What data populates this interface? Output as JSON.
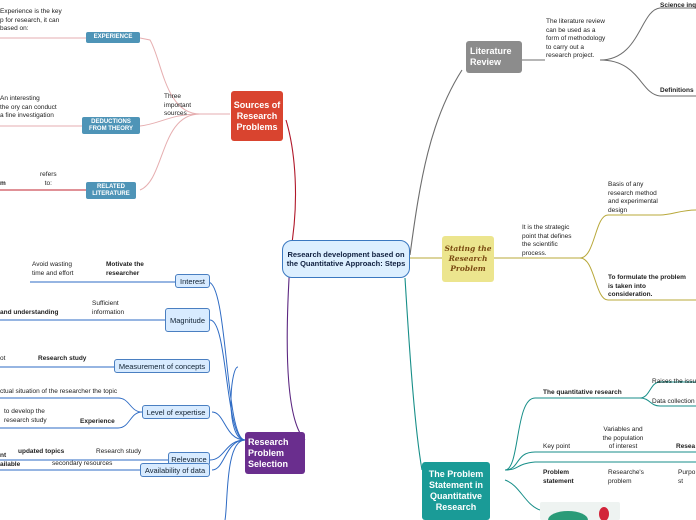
{
  "center": {
    "label": "Research development based on the Quantitative Approach: Steps"
  },
  "topics": {
    "literature_review": "Literature Review",
    "sources": "Sources of Research Problems",
    "stating": "Stating the Research Problem",
    "selection": "Research Problem Selection",
    "problem_statement": "The Problem Statement in Quantitative Research"
  },
  "sources_branch": {
    "intro": "Three important sources",
    "experience_tag": "EXPERIENCE",
    "experience_text": "Experience is the key\np for research, it can\nbased on:",
    "deductions_tag": "DEDUCTIONS FROM THEORY",
    "deductions_text": "An interesting\nthe ory can conduct\na fine investigation",
    "related_tag": "RELATED LITERATURE",
    "related_refers": "refers\nto:",
    "related_left": "m"
  },
  "literature_branch": {
    "desc": "The literature review can be used as a form of methodology to carry out a research project.",
    "science": "Science inqu",
    "definitions": "Definitions"
  },
  "stating_branch": {
    "desc": "It is the strategic point that defines the scientific process.",
    "basis": "Basis of any research method and experimental design",
    "formulate": "To formulate the problem is taken into consideration."
  },
  "selection_items": [
    {
      "label": "Interest",
      "mid": "Motivate the researcher",
      "left": "Avoid wasting time and effort"
    },
    {
      "label": "Magnitude",
      "mid": "Sufficient information",
      "left": "and understanding"
    },
    {
      "label": "Measurement of concepts",
      "mid": "Research study",
      "left": "ot"
    },
    {
      "label": "Level of expertise",
      "mid": "ctual situation of the researcher the topic",
      "left": ""
    },
    {
      "label": "Relevance",
      "mid": "Research study",
      "left": "updated topics"
    },
    {
      "label": "Availability of data",
      "mid": "secondary resources",
      "left": "nt\nailable"
    }
  ],
  "expertise_extra": {
    "text": "to develop the research study",
    "label": "Experience"
  },
  "problem_branch": {
    "quant_research": "The quantitative research",
    "raises": "Raises the issue",
    "data_collection": "Data collection",
    "key_point": "Key point",
    "variables": "Variables and the population of interest",
    "resea": "Resea",
    "problem_statement": "Problem statement",
    "researcher_problem": "Researche's problem",
    "purpose": "Purpo\nst"
  },
  "colors": {
    "literature": "#8c8c8c",
    "sources": "#d9442f",
    "stating": "#ece58e",
    "selection": "#6a2e8e",
    "problem": "#1a9b97",
    "tag": "#4e94b7",
    "line_red": "#c0232f",
    "line_purple": "#5b2680",
    "line_blue": "#2e6bc4",
    "line_olive": "#b9aa3a",
    "line_teal": "#178e88",
    "line_pink": "#e6aeb0"
  }
}
